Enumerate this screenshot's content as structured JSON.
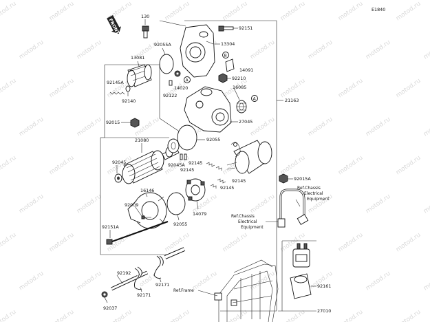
{
  "diagram_id": "E1840",
  "watermark": "motod.ru",
  "front_label": "FRONT",
  "parts": {
    "p130": "130",
    "p92151": "92151",
    "p13304": "13304",
    "p92055A": "92055A",
    "p13081": "13081",
    "p14091": "14091",
    "p92210": "92210",
    "p14020": "14020",
    "p92145A": "92145A",
    "p92122": "92122",
    "p92140": "92140",
    "p16085": "16085",
    "p21163": "21163",
    "p92015": "92015",
    "p27045": "27045",
    "p21080": "21080",
    "p92055_top": "92055",
    "p92045": "92045",
    "p92045A": "92045A",
    "p92145_a": "92145",
    "p92145_b": "92145",
    "p92145_c": "92145",
    "p92145_d": "92145",
    "p16146": "16146",
    "p92015A": "92015A",
    "p92009": "92009",
    "p14079": "14079",
    "p92151A": "92151A",
    "p92055_bot": "92055",
    "p92192": "92192",
    "p92171_a": "92171",
    "p92171_b": "92171",
    "p92037": "92037",
    "p92161": "92161",
    "p27010": "27010"
  },
  "refs": {
    "chassis_right": [
      "Ref.Chassis",
      "Electrical",
      "Equipment"
    ],
    "chassis_left": [
      "Ref.Chassis",
      "Electrical",
      "Equipment"
    ],
    "frame": "Ref.Frame"
  },
  "markers": {
    "a": "A",
    "b": "B"
  }
}
